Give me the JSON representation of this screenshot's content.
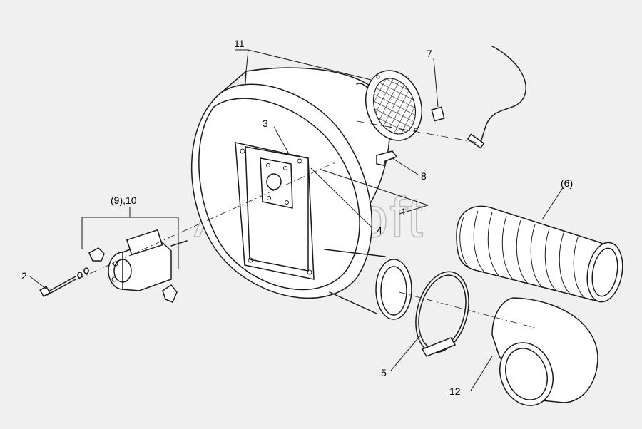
{
  "watermark": "AutoSoft",
  "callouts": [
    {
      "id": "11",
      "text": "11"
    },
    {
      "id": "7",
      "text": "7"
    },
    {
      "id": "3",
      "text": "3"
    },
    {
      "id": "8",
      "text": "8"
    },
    {
      "id": "6",
      "text": "(6)"
    },
    {
      "id": "1",
      "text": "1"
    },
    {
      "id": "4",
      "text": "4"
    },
    {
      "id": "9-10",
      "text": "(9),10"
    },
    {
      "id": "2",
      "text": "2"
    },
    {
      "id": "5",
      "text": "5"
    },
    {
      "id": "12",
      "text": "12"
    }
  ]
}
